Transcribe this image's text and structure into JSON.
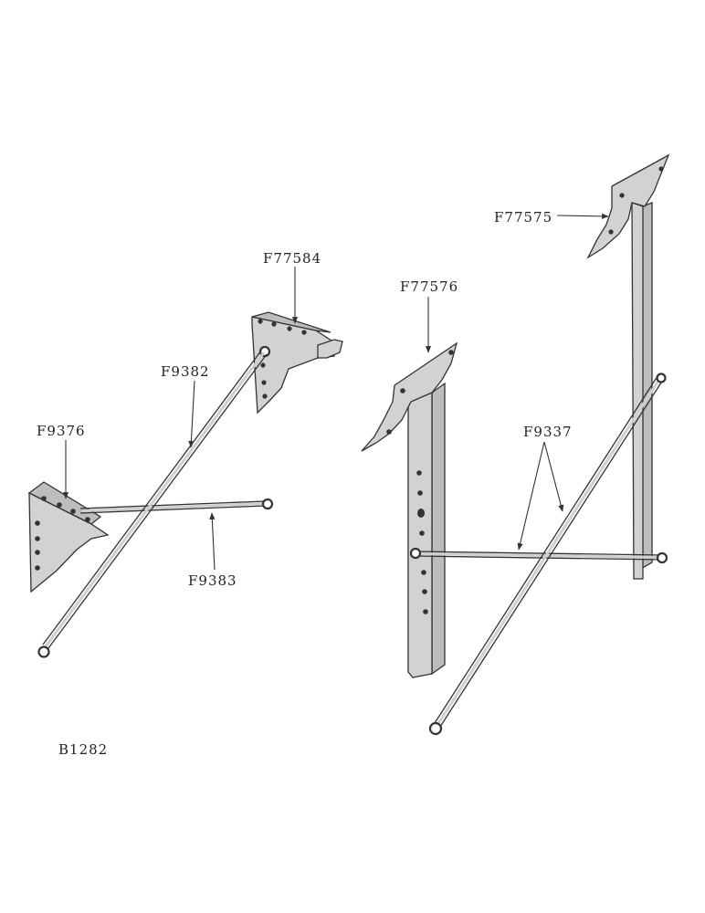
{
  "drawing_code": "B1282",
  "parts": [
    {
      "id": "f77584",
      "label": "F77584"
    },
    {
      "id": "f9382",
      "label": "F9382"
    },
    {
      "id": "f9376",
      "label": "F9376"
    },
    {
      "id": "f9383",
      "label": "F9383"
    },
    {
      "id": "f77576",
      "label": "F77576"
    },
    {
      "id": "f77575",
      "label": "F77575"
    },
    {
      "id": "f9337",
      "label": "F9337"
    }
  ],
  "colors": {
    "ink": "#333333",
    "part_shading": "#d2d2d2",
    "background": "#ffffff"
  }
}
